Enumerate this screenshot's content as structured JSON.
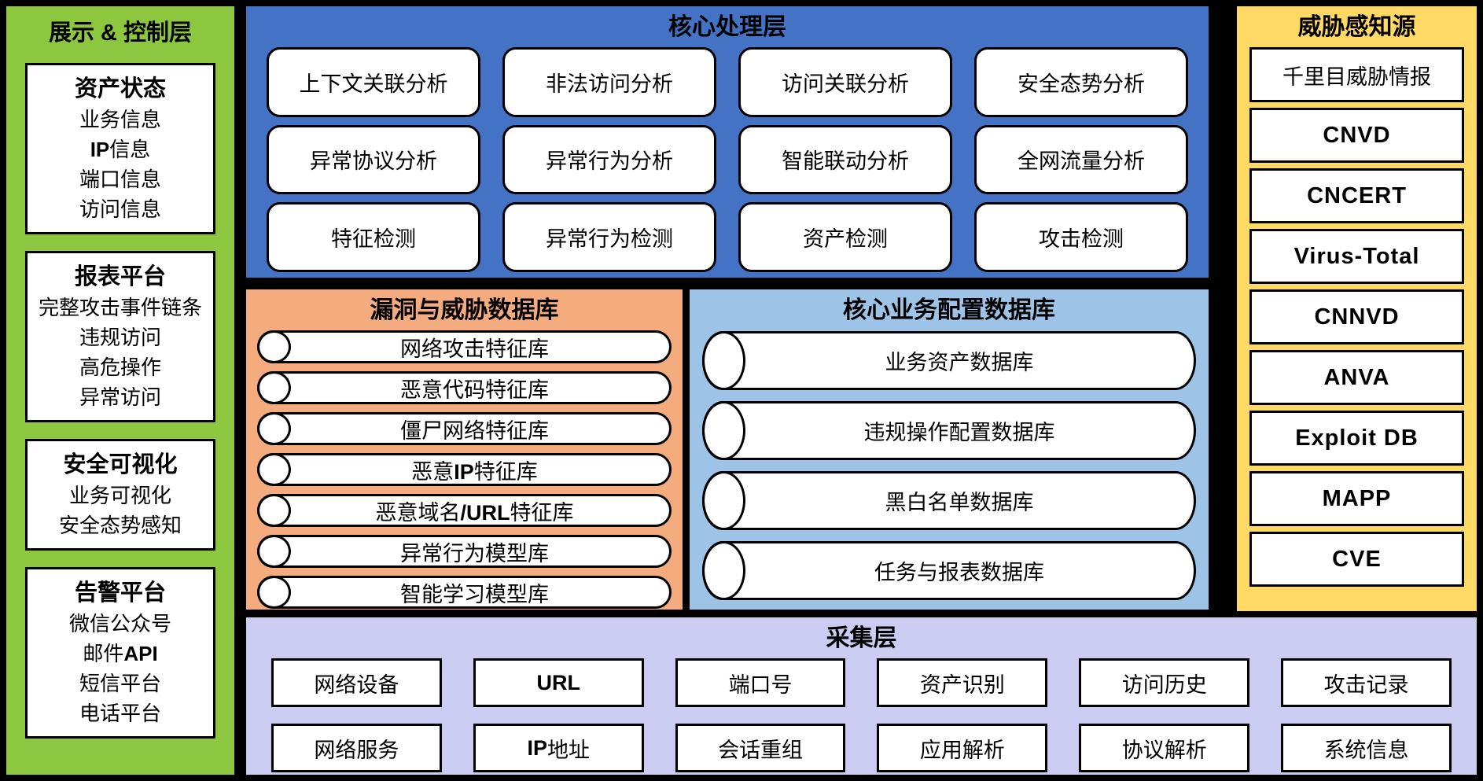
{
  "display_control": {
    "title": "展示 & 控制层",
    "boxes": [
      {
        "heading": "资产状态",
        "lines": [
          "业务信息",
          "IP信息",
          "端口信息",
          "访问信息"
        ]
      },
      {
        "heading": "报表平台",
        "lines": [
          "完整攻击事件链条",
          "违规访问",
          "高危操作",
          "异常访问"
        ]
      },
      {
        "heading": "安全可视化",
        "lines": [
          "业务可视化",
          "安全态势感知"
        ]
      },
      {
        "heading": "告警平台",
        "lines": [
          "微信公众号",
          "邮件API",
          "短信平台",
          "电话平台"
        ]
      }
    ]
  },
  "core_processing": {
    "title": "核心处理层",
    "items": [
      "上下文关联分析",
      "非法访问分析",
      "访问关联分析",
      "安全态势分析",
      "异常协议分析",
      "异常行为分析",
      "智能联动分析",
      "全网流量分析",
      "特征检测",
      "异常行为检测",
      "资产检测",
      "攻击检测"
    ]
  },
  "threat_db": {
    "title": "漏洞与威胁数据库",
    "items": [
      "网络攻击特征库",
      "恶意代码特征库",
      "僵尸网络特征库",
      "恶意IP特征库",
      "恶意域名/URL特征库",
      "异常行为模型库",
      "智能学习模型库"
    ]
  },
  "business_db": {
    "title": "核心业务配置数据库",
    "items": [
      "业务资产数据库",
      "违规操作配置数据库",
      "黑白名单数据库",
      "任务与报表数据库"
    ]
  },
  "collection": {
    "title": "采集层",
    "rows": [
      [
        "网络设备",
        "URL",
        "端口号",
        "资产识别",
        "访问历史",
        "攻击记录"
      ],
      [
        "网络服务",
        "IP地址",
        "会话重组",
        "应用解析",
        "协议解析",
        "系统信息"
      ]
    ]
  },
  "threat_sources": {
    "title": "威胁感知源",
    "items": [
      "千里目威胁情报",
      "CNVD",
      "CNCERT",
      "Virus-Total",
      "CNNVD",
      "ANVA",
      "Exploit DB",
      "MAPP",
      "CVE"
    ]
  },
  "colors": {
    "background": "#000000",
    "display_control_panel": "#8DC63F",
    "core_processing_panel": "#4472C4",
    "threat_db_panel": "#F4AC7E",
    "business_db_panel": "#9DC3E6",
    "collection_panel": "#CCCCF2",
    "threat_sources_panel": "#FFD966"
  }
}
